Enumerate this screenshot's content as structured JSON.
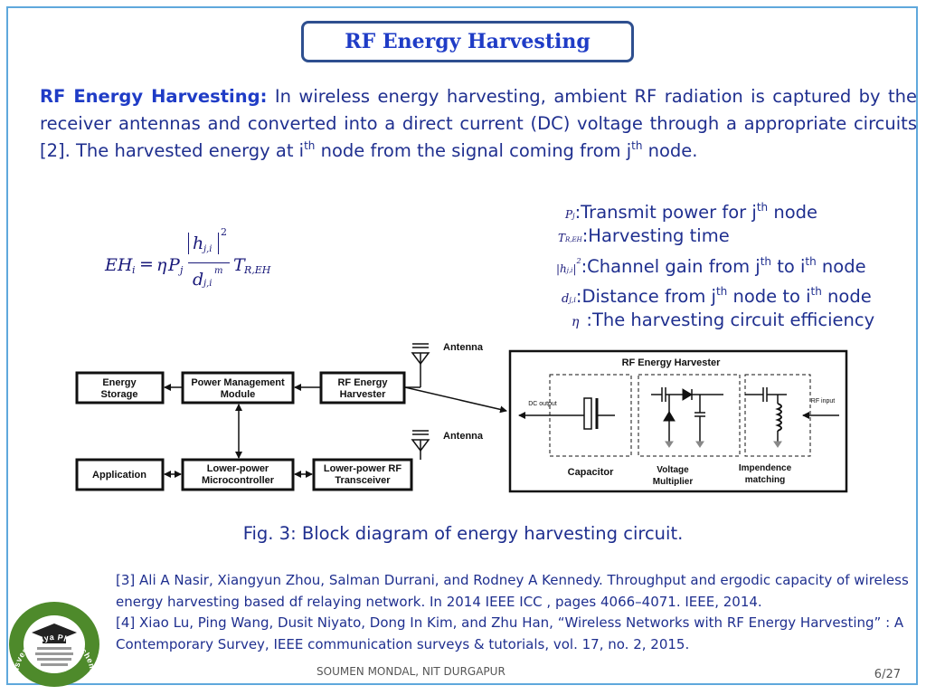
{
  "title": "RF Energy Harvesting",
  "intro": {
    "lead": "RF Energy Harvesting:",
    "text1": " In wireless energy harvesting, ambient RF radiation is captured by the receiver antennas and converted into a direct current (DC) voltage through a appropriate circuits [2]. The harvested energy at i",
    "sup_i": "th",
    "text2": " node from the signal coming from j",
    "sup_j": "th",
    "text3": " node."
  },
  "equation": {
    "lhs": "EH",
    "lhs_sub": "i",
    "eq": " = ",
    "eta": "η",
    "p": "P",
    "p_sub": "j",
    "h": "h",
    "h_sub": "j,i",
    "h_sup": "2",
    "d": "d",
    "d_sub": "j,i",
    "d_sup": "m",
    "t": "T",
    "t_sub": "R,EH"
  },
  "variables": [
    {
      "symbol": "P",
      "symbol_sub": "j",
      "text_pre": ":Transmit power for j",
      "sup": "th",
      "text_post": " node"
    },
    {
      "symbol": "T",
      "symbol_sub": "R,EH",
      "text_pre": ":Harvesting time",
      "sup": "",
      "text_post": ""
    },
    {
      "symbol": "|h",
      "symbol_sub": "j,i",
      "symbol_sup": "2",
      "text_pre": ":Channel gain from j",
      "sup": "th",
      "text_mid": " to i",
      "sup2": "th",
      "text_post": " node"
    },
    {
      "symbol": "d",
      "symbol_sub": "j,i",
      "text_pre": ":Distance from j",
      "sup": "th",
      "text_mid": " node to i",
      "sup2": "th",
      "text_post": " node"
    },
    {
      "symbol": "η",
      "symbol_sub": "",
      "text_pre": ":The harvesting circuit efficiency",
      "sup": "",
      "text_post": ""
    }
  ],
  "diagram": {
    "energy_storage": [
      "Energy",
      "Storage"
    ],
    "power_mgmt": [
      "Power Management",
      "Module"
    ],
    "rf_harvester": [
      "RF Energy",
      "Harvester"
    ],
    "application": "Application",
    "mcu": [
      "Lower-power",
      "Microcontroller"
    ],
    "transceiver": [
      "Lower-power RF",
      "Transceiver"
    ],
    "antenna": "Antenna",
    "detail_title": "RF Energy Harvester",
    "dc_output": "DC output",
    "rf_input": "RF input",
    "capacitor": "Capacitor",
    "voltage_multiplier": [
      "Voltage",
      "Multiplier"
    ],
    "impedance_matching": [
      "Impendence",
      "matching"
    ]
  },
  "caption": "Fig. 3: Block diagram of energy harvesting circuit.",
  "references": [
    "[3] Ali A Nasir, Xiangyun Zhou, Salman Durrani, and Rodney A Kennedy. Throughput and ergodic capacity of wireless energy harvesting based df relaying network. In 2014 IEEE ICC , pages 4066–4071. IEEE, 2014.",
    "[4]  Xiao Lu, Ping Wang, Dusit Niyato, Dong In Kim, and Zhu Han, “Wireless Networks with RF Energy Harvesting” : A Contemporary Survey, IEEE communication surveys & tutorials, vol. 17, no. 2, 2015."
  ],
  "logo_text": "Visvesvaraya PhD Scheme for Electronics and IT",
  "footer": {
    "author": "SOUMEN MONDAL, NIT DURGAPUR",
    "page": "6/27"
  },
  "colors": {
    "title": "#1f3cc6",
    "body_text": "#1f2f8f",
    "frame": "#5fa8dc",
    "title_border": "#2e4f8f"
  }
}
